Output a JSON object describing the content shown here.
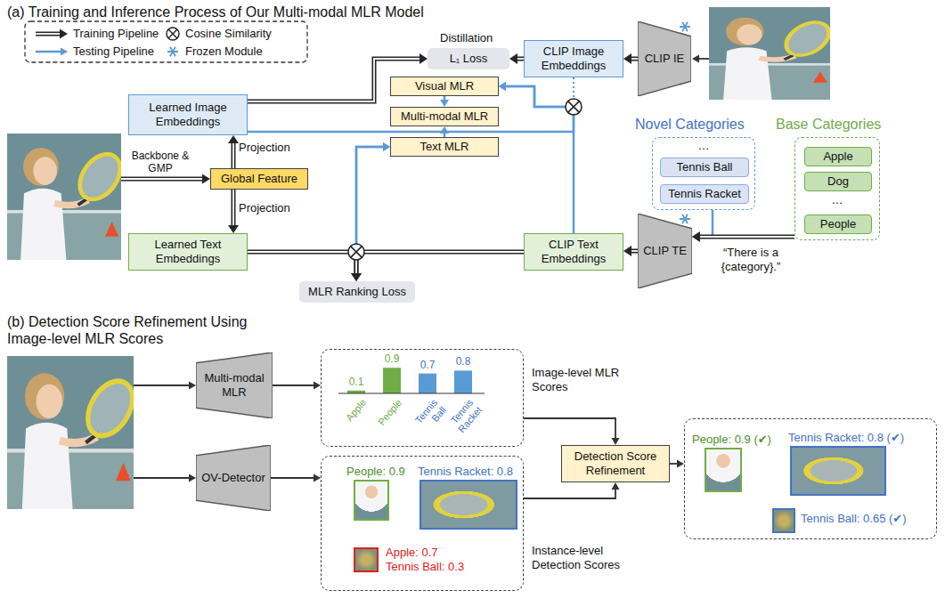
{
  "diagram": {
    "nodes": [
      {
        "text": [
          "Global Feature"
        ]
      },
      {
        "text": [
          "Learned Image Embeddings"
        ]
      },
      {
        "text": [
          "Learned Text Embeddings"
        ]
      },
      {
        "text": [
          "L₁ Loss"
        ]
      },
      {
        "text": [
          "Visual MLR"
        ]
      },
      {
        "text": [
          "Multi-modal MLR"
        ]
      },
      {
        "text": [
          "Text MLR"
        ]
      },
      {
        "text": [
          "MLR Ranking Loss"
        ]
      },
      {
        "text": [
          "CLIP Image Embeddings"
        ]
      },
      {
        "text": [
          "CLIP Text Embeddings"
        ]
      },
      {
        "text": [
          "CLIP IE"
        ]
      },
      {
        "text": [
          "CLIP TE"
        ]
      },
      {
        "text": [
          "Novel Categories"
        ]
      },
      {
        "text": [
          "Tennis Ball"
        ],
        "in": 12
      },
      {
        "text": [
          "Tennis Racket"
        ],
        "in": 12
      },
      {
        "text": [
          "Base Categories"
        ]
      },
      {
        "text": [
          "Apple"
        ],
        "in": 15
      },
      {
        "text": [
          "Dog"
        ],
        "in": 15
      },
      {
        "text": [
          "People"
        ],
        "in": 15
      },
      {
        "text": [
          "Multi-modal MLR"
        ]
      },
      {
        "text": [
          "OV-Detector"
        ]
      },
      {
        "text": [
          "Image-level MLR Scores"
        ]
      },
      {
        "text": [
          "Instance-level Detection Scores"
        ]
      },
      {
        "text": [
          "People: 0.9"
        ],
        "in": 22
      },
      {
        "text": [
          "Tennis Racket: 0.8"
        ],
        "in": 22
      },
      {
        "text": [
          "Apple: 0.7",
          "Tennis Ball: 0.3"
        ],
        "in": 22
      },
      {
        "text": [
          "Detection Score Refinement"
        ]
      },
      {
        "text": []
      },
      {
        "text": [
          "People: 0.9 (✔)"
        ],
        "in": 27
      },
      {
        "text": [
          "Tennis Racket: 0.8 (✔)"
        ],
        "in": 27
      },
      {
        "text": [
          "Tennis Ball: 0.65 (✔)"
        ],
        "in": 27
      }
    ],
    "edges": [
      {
        "from": 0,
        "to": 1,
        "arrow": "to",
        "label": "Projection"
      },
      {
        "from": 0,
        "to": 2,
        "arrow": "to",
        "label": "Projection"
      },
      {
        "from": 1,
        "to": 3,
        "arrow": "to"
      },
      {
        "from": 8,
        "to": 3,
        "arrow": "to"
      },
      {
        "from": 10,
        "to": 8,
        "arrow": "to"
      },
      {
        "from": 1,
        "to": 4,
        "arrow": "to"
      },
      {
        "from": 9,
        "to": 4,
        "arrow": "to"
      },
      {
        "from": 8,
        "to": 4,
        "arrow": "to"
      },
      {
        "from": 2,
        "to": 6,
        "arrow": "to"
      },
      {
        "from": 9,
        "to": 6,
        "arrow": "to"
      },
      {
        "from": 2,
        "to": 7,
        "arrow": "to"
      },
      {
        "from": 9,
        "to": 7,
        "arrow": "to"
      },
      {
        "from": 4,
        "to": 5,
        "arrow": "to"
      },
      {
        "from": 6,
        "to": 5,
        "arrow": "to"
      },
      {
        "from": 12,
        "to": 11,
        "arrow": "to"
      },
      {
        "from": 15,
        "to": 11,
        "arrow": "to"
      },
      {
        "from": 11,
        "to": 9,
        "arrow": "to"
      },
      {
        "from": 19,
        "to": 21,
        "arrow": "to"
      },
      {
        "from": 20,
        "to": 22,
        "arrow": "to"
      },
      {
        "from": 21,
        "to": 26,
        "arrow": "to"
      },
      {
        "from": 22,
        "to": 26,
        "arrow": "to"
      },
      {
        "from": 26,
        "to": 27,
        "arrow": "to"
      }
    ],
    "labels": [
      "(a) Training and Inference Process of Our Multi-modal MLR Model",
      "Distillation",
      "Backbone & GMP",
      "“There is a {category}.”",
      "…",
      "…",
      "(b) Detection Score Refinement Using Image-level MLR Scores",
      "0.1",
      "0.9",
      "0.7",
      "0.8",
      "Apple",
      "People",
      "Tennis Ball",
      "Tennis Racket"
    ],
    "legend": [
      {
        "text": "Training Pipeline"
      },
      {
        "text": "Cosine Similarity"
      },
      {
        "text": "Testing Pipeline"
      },
      {
        "text": "Frozen Module"
      }
    ]
  }
}
